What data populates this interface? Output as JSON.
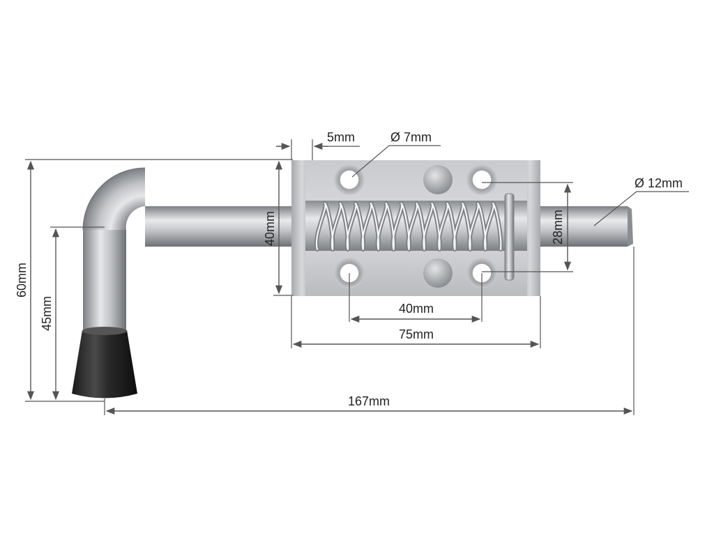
{
  "diagram": {
    "labels": {
      "gap_width": "5mm",
      "hole_diameter": "Ø 7mm",
      "bolt_diameter": "Ø 12mm",
      "plate_height": "40mm",
      "bolt_offset": "28mm",
      "total_height": "60mm",
      "handle_height": "45mm",
      "hole_spacing": "40mm",
      "body_length": "75mm",
      "total_length": "167mm"
    }
  }
}
